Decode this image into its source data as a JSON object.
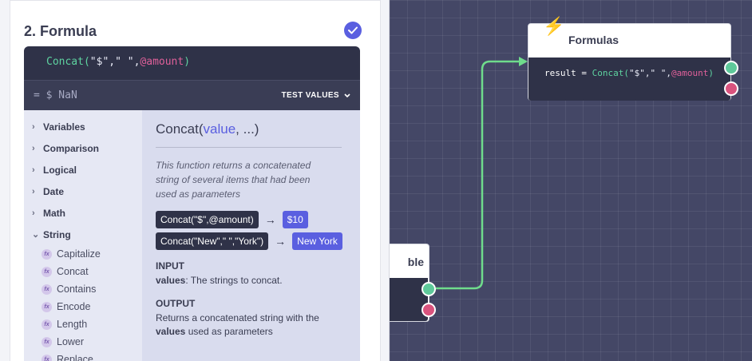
{
  "panel": {
    "title": "2. Formula",
    "editor": {
      "formula": {
        "fn": "Concat(",
        "str": "\"$\",\" \",",
        "var": "@amount",
        "close": ")"
      },
      "result": "= $ NaN",
      "test_values_label": "TEST VALUES"
    },
    "categories": [
      {
        "label": "Variables",
        "expanded": false
      },
      {
        "label": "Comparison",
        "expanded": false
      },
      {
        "label": "Logical",
        "expanded": false
      },
      {
        "label": "Date",
        "expanded": false
      },
      {
        "label": "Math",
        "expanded": false
      },
      {
        "label": "String",
        "expanded": true
      }
    ],
    "string_functions": [
      "Capitalize",
      "Concat",
      "Contains",
      "Encode",
      "Length",
      "Lower",
      "Replace"
    ],
    "docs": {
      "fn_name": "Concat(",
      "param": "value",
      "rest": ", ...)",
      "description": "This function returns a concatenated string of several items that had been used as parameters",
      "examples": [
        {
          "code": "Concat(\"$\",@amount)",
          "result": "$10"
        },
        {
          "code": "Concat(\"New\",\" \",\"York\")",
          "result": "New York"
        }
      ],
      "input_heading": "INPUT",
      "input_param": "values",
      "input_text": ": The strings to concat.",
      "output_heading": "OUTPUT",
      "output_text_a": "Returns a concatenated string with the",
      "output_param": "values",
      "output_text_b": " used as parameters"
    }
  },
  "canvas": {
    "formulas_node": {
      "title": "Formulas",
      "expr_lhs": "result",
      "expr_eq": " = ",
      "expr_fn": "Concat(",
      "expr_str": "\"$\",\" \",",
      "expr_var": "@amount",
      "expr_close": ")"
    },
    "variable_node": {
      "title_fragment": "ble"
    }
  },
  "colors": {
    "accent": "#5a5fe0",
    "success_port": "#5ec99a",
    "error_port": "#d9537e",
    "wire": "#6fdc8c",
    "dark": "#2f3248"
  },
  "icons": {
    "check": "check-circle-icon",
    "bolt": "lightning-icon",
    "chevron": "chevron-icon",
    "fx": "function-icon"
  }
}
